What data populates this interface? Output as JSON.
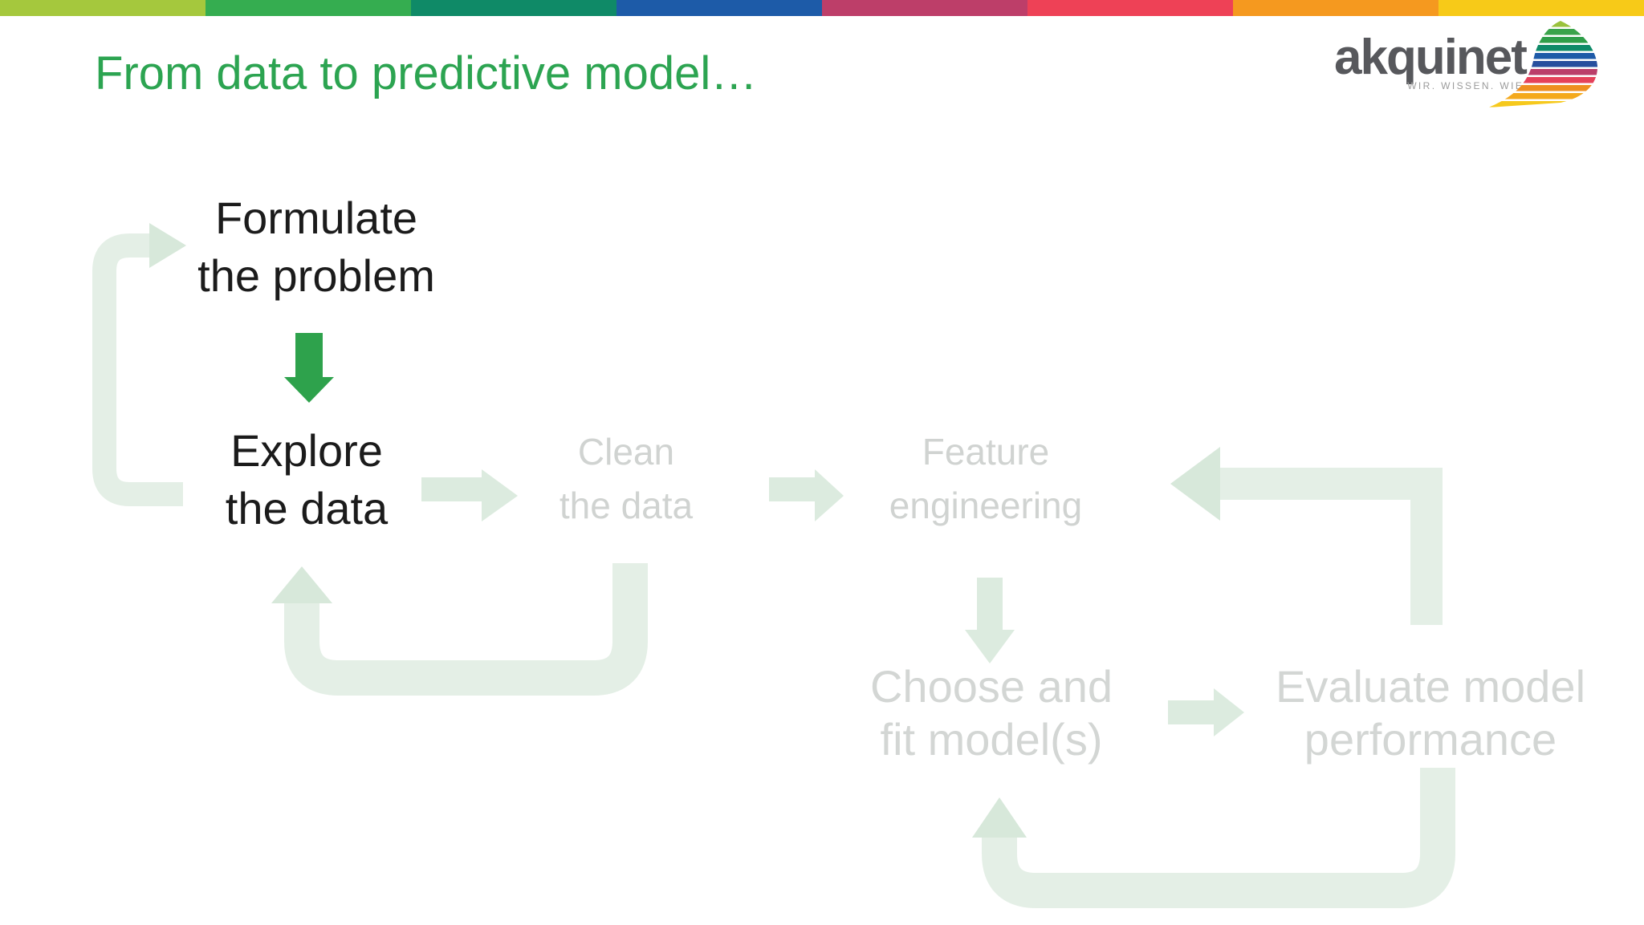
{
  "slide": {
    "title": "From data to predictive model…"
  },
  "colors": {
    "background": "#ffffff",
    "title_green": "#2CA451",
    "active_text": "#1b1b1b",
    "muted_text": "#d0d3d1",
    "muted_text_low": "#d3d6d4",
    "green_arrow": "#2EA24C",
    "pale_bar": "#e4efe6",
    "pale_head": "#d7e8da",
    "pale_arrow": "#dcebdf",
    "logo_text": "#57585c",
    "logo_tagline": "#9b9b9b"
  },
  "stripe": {
    "colors": [
      "#a5c83d",
      "#35ad50",
      "#0f8a67",
      "#1d5ba8",
      "#bd3e69",
      "#ee4156",
      "#f5991f",
      "#f7ca18"
    ]
  },
  "logo": {
    "wordmark": "akquinet",
    "tagline": "WIR. WISSEN. WIE.",
    "sail_colors": [
      "#9ac23c",
      "#3aa34a",
      "#2f9e49",
      "#0e8a68",
      "#1d5aa8",
      "#274f9e",
      "#bb3e6a",
      "#e5415a",
      "#ee8f20",
      "#f4a91c",
      "#f6c91d"
    ]
  },
  "diagram": {
    "nodes": [
      {
        "id": "formulate",
        "line1": "Formulate",
        "line2": "the problem",
        "state": "active"
      },
      {
        "id": "explore",
        "line1": "Explore",
        "line2": "the data",
        "state": "active"
      },
      {
        "id": "clean",
        "line1": "Clean",
        "line2": "the data",
        "state": "upcoming"
      },
      {
        "id": "feature",
        "line1": "Feature",
        "line2": "engineering",
        "state": "upcoming"
      },
      {
        "id": "choose",
        "line1": "Choose and",
        "line2": "fit model(s)",
        "state": "upcoming"
      },
      {
        "id": "evaluate",
        "line1": "Evaluate model",
        "line2": "performance",
        "state": "upcoming"
      }
    ]
  }
}
